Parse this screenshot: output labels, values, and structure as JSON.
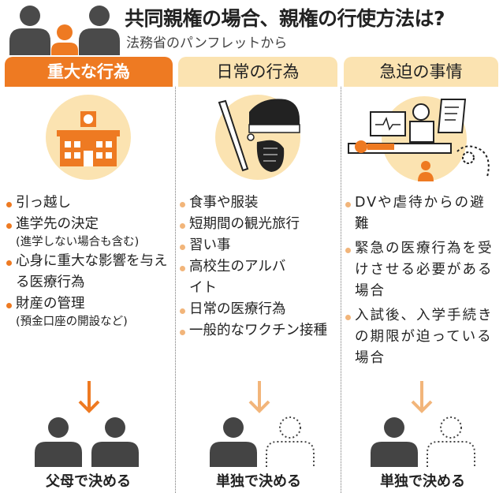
{
  "header": {
    "title": "共同親権の場合、親権の行使方法は?",
    "subtitle": "法務省のパンフレットから"
  },
  "colors": {
    "accent": "#ee7a22",
    "light": "#fbe3b1",
    "light_dot": "#f2b57a",
    "person": "#444444"
  },
  "columns": [
    {
      "heading": "重大な行為",
      "icon": "school-building-icon",
      "items": [
        {
          "text": "引っ越し"
        },
        {
          "text": "進学先の決定",
          "note": "(進学しない場合も含む)"
        },
        {
          "text": "心身に重大な影響を与える医療行為"
        },
        {
          "text": "財産の管理",
          "note": "(預金口座の開設など)"
        }
      ],
      "result": "父母で決める"
    },
    {
      "heading": "日常の行為",
      "icon": "baseball-piano-icon",
      "items": [
        {
          "text": "食事や服装"
        },
        {
          "text": "短期間の観光旅行"
        },
        {
          "text": "習い事"
        },
        {
          "text": "高校生のアルバイト"
        },
        {
          "text": "日常の医療行為"
        },
        {
          "text": "一般的なワクチン接種"
        }
      ],
      "result": "単独で決める"
    },
    {
      "heading": "急迫の事情",
      "icon": "hospital-emergency-icon",
      "items": [
        {
          "text": "DVや虐待からの避難"
        },
        {
          "text": "緊急の医療行為を受けさせる必要がある場合"
        },
        {
          "text": "入試後、入学手続きの期限が迫っている場合"
        }
      ],
      "result": "単独で決める"
    }
  ]
}
